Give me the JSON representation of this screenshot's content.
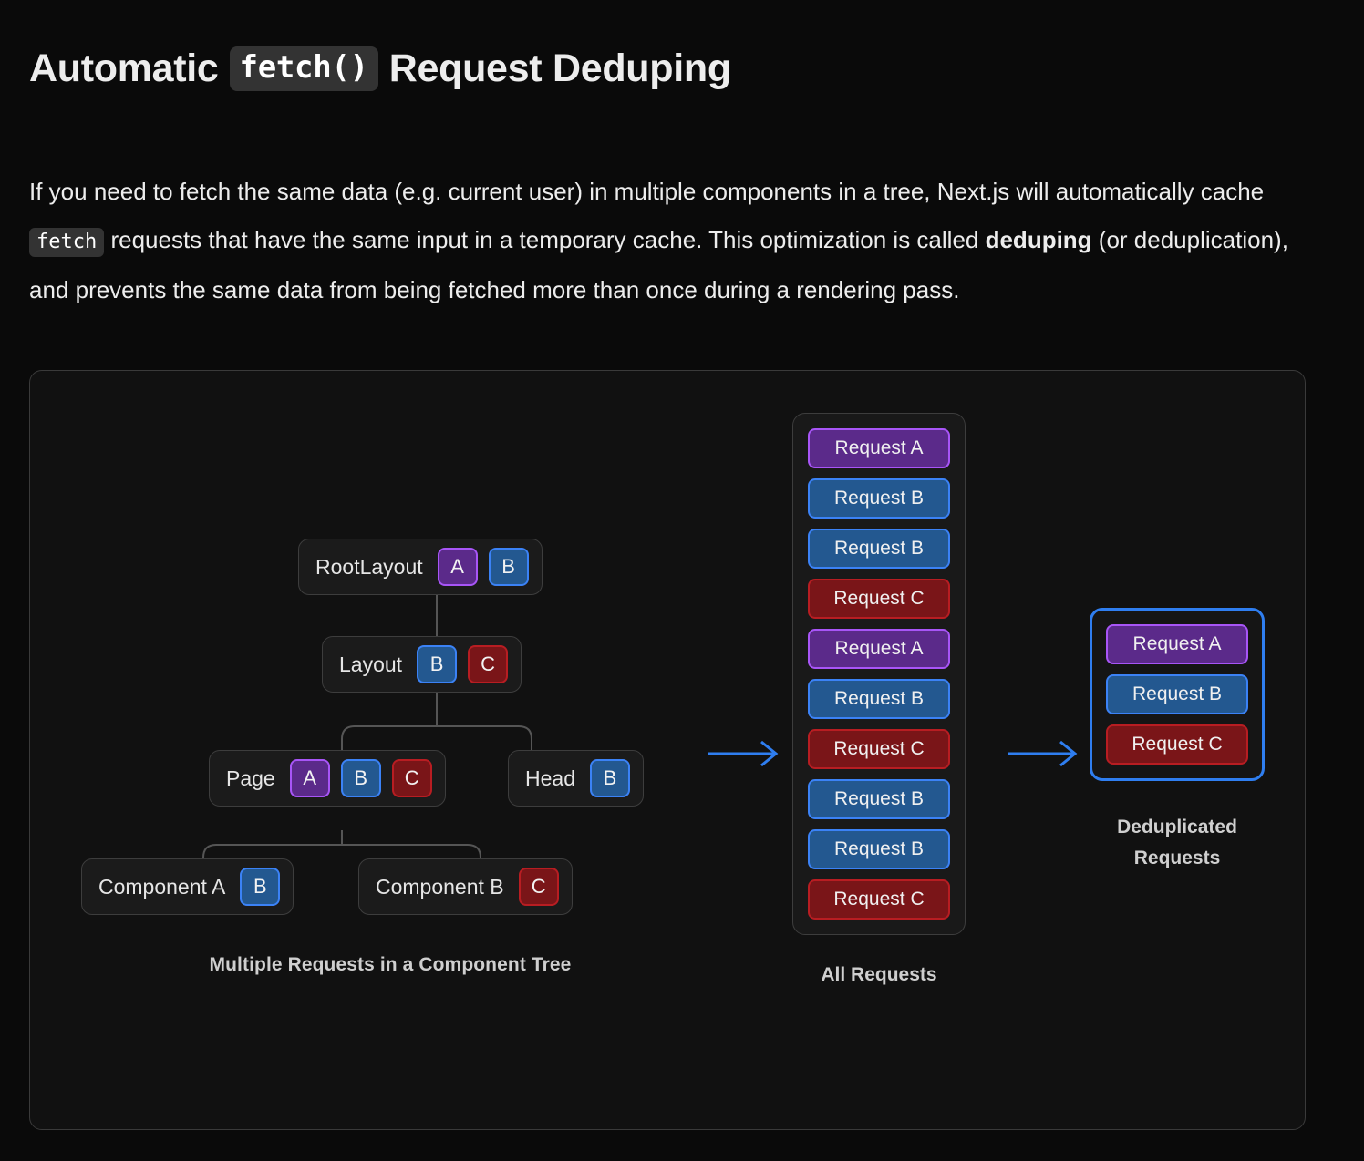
{
  "heading": {
    "prefix": "Automatic",
    "code": "fetch()",
    "suffix": "Request Deduping"
  },
  "paragraph": {
    "part1": "If you need to fetch the same data (e.g. current user) in multiple components in a tree, Next.js will automatically cache ",
    "inline_code": "fetch",
    "part2": " requests that have the same input in a temporary cache. This optimization is called ",
    "bold": "deduping",
    "part3": " (or deduplication), and prevents the same data from being fetched more than once during a rendering pass."
  },
  "colors": {
    "request_a_fill": "#5b2a8a",
    "request_a_border": "#a855f7",
    "request_b_fill": "#235890",
    "request_b_border": "#3b82f6",
    "request_c_fill": "#7a1518",
    "request_c_border": "#b81d22",
    "arrow": "#2f7ef0",
    "dedup_border": "#2f7ef0",
    "frame_border": "#3a3a3a",
    "background": "#0a0a0a"
  },
  "tree": {
    "caption": "Multiple Requests in a Component Tree",
    "nodes": [
      {
        "label": "RootLayout",
        "badges": [
          "A",
          "B"
        ]
      },
      {
        "label": "Layout",
        "badges": [
          "B",
          "C"
        ]
      },
      {
        "label": "Page",
        "badges": [
          "A",
          "B",
          "C"
        ]
      },
      {
        "label": "Head",
        "badges": [
          "B"
        ]
      },
      {
        "label": "Component A",
        "badges": [
          "B"
        ]
      },
      {
        "label": "Component B",
        "badges": [
          "C"
        ]
      }
    ]
  },
  "all_requests": {
    "caption": "All  Requests",
    "items": [
      "Request A",
      "Request B",
      "Request B",
      "Request C",
      "Request A",
      "Request B",
      "Request C",
      "Request B",
      "Request B",
      "Request C"
    ],
    "kinds": [
      "a",
      "b",
      "b",
      "c",
      "a",
      "b",
      "c",
      "b",
      "b",
      "c"
    ]
  },
  "deduplicated": {
    "caption_line1": "Deduplicated",
    "caption_line2": "Requests",
    "items": [
      "Request A",
      "Request B",
      "Request C"
    ],
    "kinds": [
      "a",
      "b",
      "c"
    ]
  }
}
